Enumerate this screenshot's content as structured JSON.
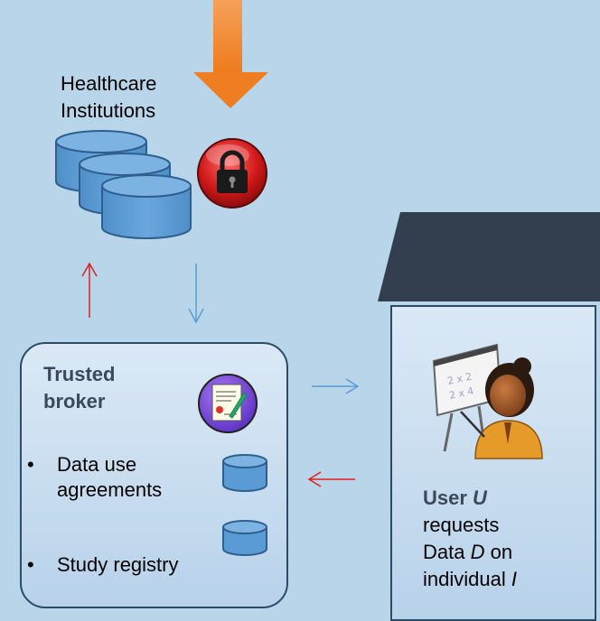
{
  "institutions": {
    "label_line1": "Healthcare",
    "label_line2": "Institutions"
  },
  "broker": {
    "title_line1": "Trusted",
    "title_line2": "broker",
    "bullets": [
      {
        "line1": "Data use",
        "line2": "agreements"
      },
      {
        "line1": "Study registry"
      }
    ],
    "bullet_symbol": "•"
  },
  "user": {
    "label": "User",
    "var_u": "U",
    "line2": "requests",
    "line3_a": "Data",
    "var_d": "D",
    "line3_b": "on",
    "line4_a": "individual",
    "var_i": "I"
  },
  "colors": {
    "background": "#b9d5ea",
    "arrow_orange": "#f07f24",
    "arrow_red": "#e02020",
    "arrow_blue": "#5b9bd5",
    "database_fill": "#5b9bd5",
    "database_stroke": "#2e5f8e",
    "roof": "#333f4f"
  },
  "icons": [
    "lock-icon",
    "certificate-icon",
    "teacher-icon",
    "database-icon"
  ]
}
